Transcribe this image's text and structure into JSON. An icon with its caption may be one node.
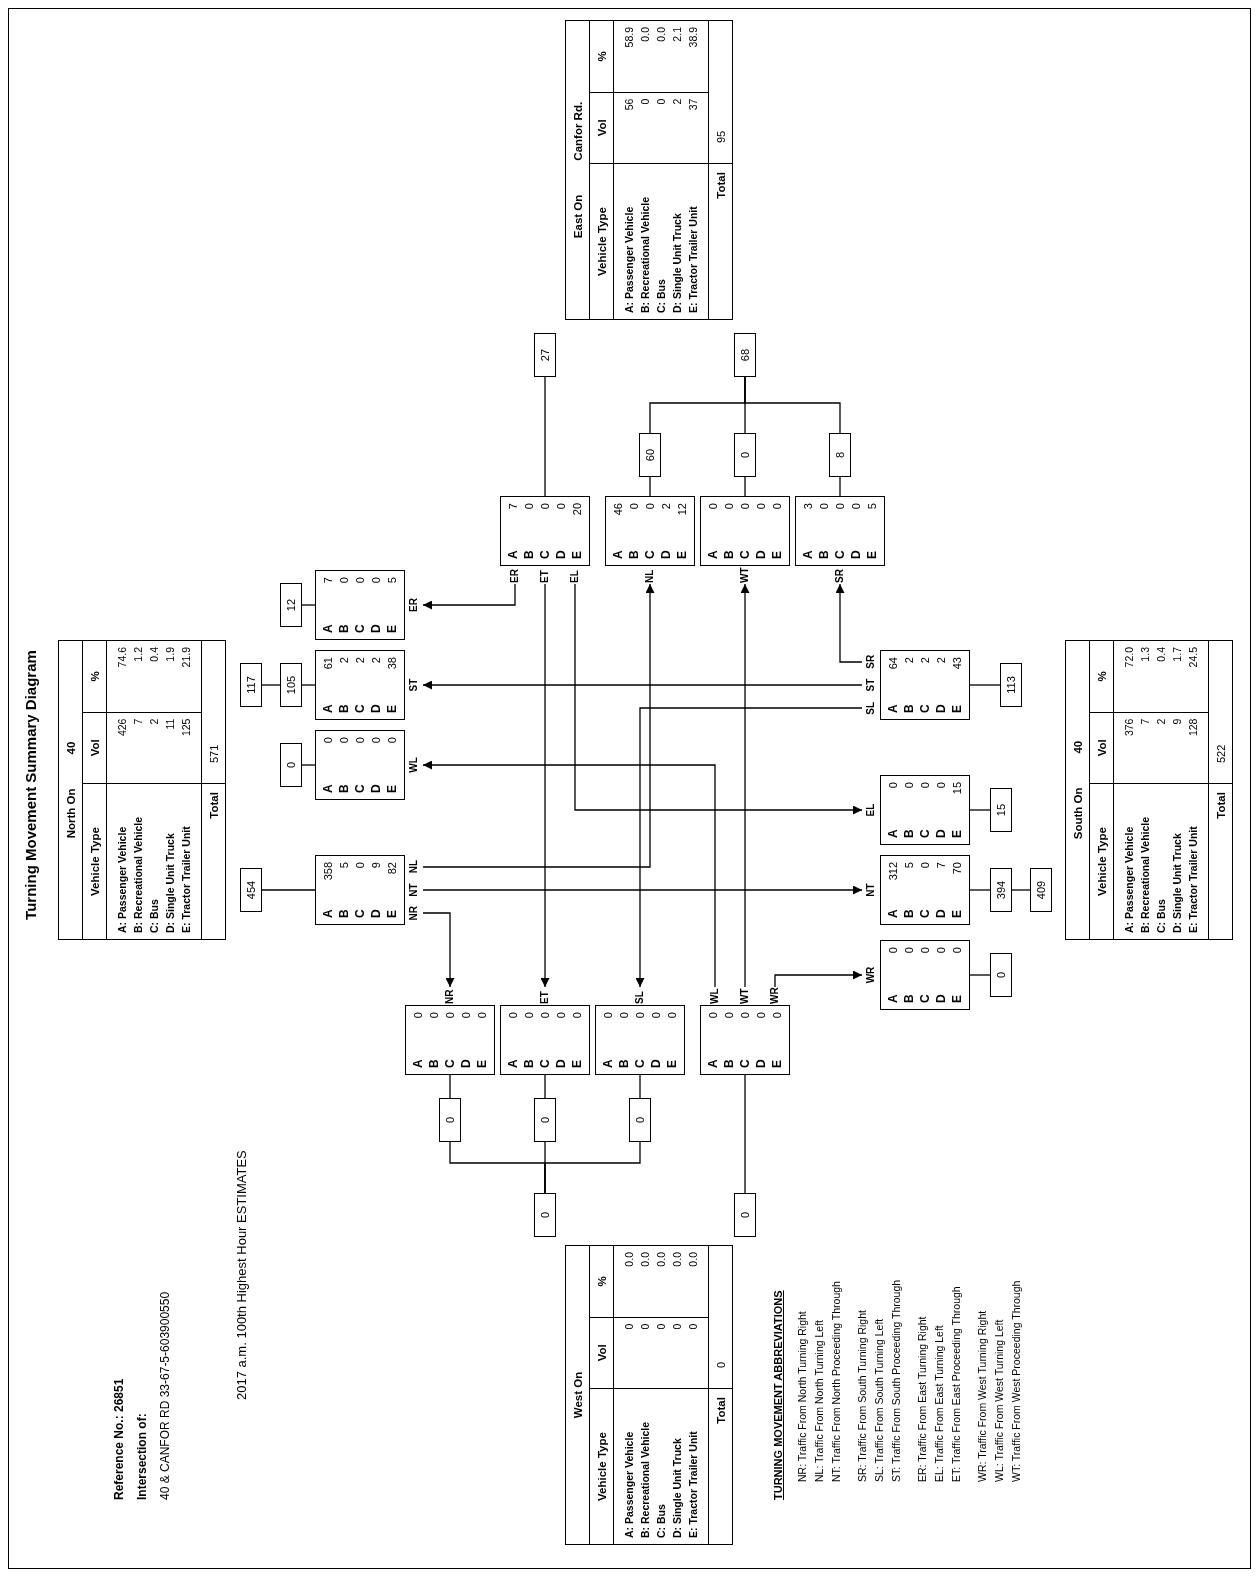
{
  "diagram": {
    "title": "Turning Movement Summary Diagram",
    "nodes": [
      {
        "text": [
          "North On",
          "40",
          "Vehicle Type",
          "Vol",
          "%",
          "A: Passenger Vehicle",
          "426",
          "74.6",
          "B: Recreational Vehicle",
          "7",
          "1.2",
          "C: Bus",
          "2",
          "0.4",
          "D: Single Unit Truck",
          "11",
          "1.9",
          "E: Tractor Trailer Unit",
          "125",
          "21.9",
          "Total",
          "571"
        ]
      },
      {
        "text": [
          "454"
        ]
      },
      {
        "text": [
          "117"
        ]
      },
      {
        "text": [
          "0"
        ]
      },
      {
        "text": [
          "105"
        ]
      },
      {
        "text": [
          "12"
        ]
      },
      {
        "text": [
          "A B C D E",
          "358 5 0 9 82"
        ],
        "beside": [
          "NR",
          "NT",
          "NL"
        ]
      },
      {
        "text": [
          "A B C D E",
          "0 0 0 0 0"
        ],
        "beside": [
          "WL"
        ]
      },
      {
        "text": [
          "A B C D E",
          "61 2 2 2 38"
        ],
        "beside": [
          "ST"
        ]
      },
      {
        "text": [
          "A B C D E",
          "7 0 0 0 5"
        ],
        "beside": [
          "ER"
        ]
      },
      {
        "text": [
          "A B C D E",
          "0 0 0 0 0"
        ],
        "beside": [
          "NR"
        ]
      },
      {
        "text": [
          "0"
        ]
      },
      {
        "text": [
          "A B C D E",
          "7 0 0 0 20"
        ],
        "beside": [
          "ER",
          "ET",
          "EL"
        ]
      },
      {
        "text": [
          "27"
        ]
      },
      {
        "text": [
          "A B C D E",
          "0 0 0 0 0"
        ],
        "beside": [
          "ET"
        ]
      },
      {
        "text": [
          "0"
        ]
      },
      {
        "text": [
          "0"
        ]
      },
      {
        "text": [
          "East On",
          "Canfor Rd.",
          "Vehicle Type",
          "Vol",
          "%",
          "A: Passenger Vehicle",
          "56",
          "58.9",
          "B: Recreational Vehicle",
          "0",
          "0.0",
          "C: Bus",
          "0",
          "0.0",
          "D: Single Unit Truck",
          "2",
          "2.1",
          "E: Tractor Trailer Unit",
          "37",
          "38.9",
          "Total",
          "95"
        ]
      },
      {
        "text": [
          "West On",
          "Vehicle Type",
          "Vol",
          "%",
          "A: Passenger Vehicle",
          "0",
          "0.0",
          "B: Recreational Vehicle",
          "0",
          "0.0",
          "C: Bus",
          "0",
          "0.0",
          "D: Single Unit Truck",
          "0",
          "0.0",
          "E: Tractor Trailer Unit",
          "0",
          "0.0",
          "Total",
          "0"
        ]
      },
      {
        "text": [
          "A B C D E",
          "0 0 0 0 0"
        ],
        "beside": [
          "SL"
        ]
      },
      {
        "text": [
          "0"
        ]
      },
      {
        "text": [
          "A B C D E",
          "46 0 0 2 12"
        ],
        "beside": [
          "NL"
        ]
      },
      {
        "text": [
          "60"
        ]
      },
      {
        "text": [
          "A B C D E",
          "0 0 0 0 0"
        ],
        "beside": [
          "WL",
          "WT",
          "WR"
        ]
      },
      {
        "text": [
          "0"
        ]
      },
      {
        "text": [
          "A B C D E",
          "0 0 0 0 0"
        ],
        "beside": [
          "WT"
        ]
      },
      {
        "text": [
          "0"
        ]
      },
      {
        "text": [
          "68"
        ]
      },
      {
        "text": [
          "A B C D E",
          "3 0 0 0 5"
        ],
        "beside": [
          "SR"
        ]
      },
      {
        "text": [
          "8"
        ]
      },
      {
        "text": [
          "A B C D E",
          "0 0 0 0 0"
        ],
        "beside": [
          "WR"
        ]
      },
      {
        "text": [
          "A B C D E",
          "312 5 0 7 70"
        ],
        "beside": [
          "NT"
        ]
      },
      {
        "text": [
          "A B C D E",
          "0 0 0 0 15"
        ],
        "beside": [
          "EL"
        ]
      },
      {
        "text": [
          "A B C D E",
          "64 2 2 2 43"
        ],
        "beside": [
          "SL",
          "ST",
          "SR"
        ]
      },
      {
        "text": [
          "0"
        ]
      },
      {
        "text": [
          "394"
        ]
      },
      {
        "text": [
          "15"
        ]
      },
      {
        "text": [
          "113"
        ]
      },
      {
        "text": [
          "409"
        ]
      },
      {
        "text": [
          "South On",
          "40",
          "Vehicle Type",
          "Vol",
          "%",
          "A: Passenger Vehicle",
          "376",
          "72.0",
          "B: Recreational Vehicle",
          "7",
          "1.3",
          "C: Bus",
          "2",
          "0.4",
          "D: Single Unit Truck",
          "9",
          "1.7",
          "E: Tractor Trailer Unit",
          "128",
          "24.5",
          "Total",
          "522"
        ]
      }
    ],
    "edges": [
      {
        "from": 6,
        "to": 10,
        "arrow": "to"
      },
      {
        "from": 6,
        "to": 31,
        "arrow": "to"
      },
      {
        "from": 6,
        "to": 21,
        "arrow": "to"
      },
      {
        "from": 12,
        "to": 9,
        "arrow": "to"
      },
      {
        "from": 12,
        "to": 14,
        "arrow": "to"
      },
      {
        "from": 12,
        "to": 32,
        "arrow": "to"
      },
      {
        "from": 33,
        "to": 28,
        "arrow": "to"
      },
      {
        "from": 33,
        "to": 8,
        "arrow": "to"
      },
      {
        "from": 33,
        "to": 19,
        "arrow": "to"
      },
      {
        "from": 23,
        "to": 7,
        "arrow": "to"
      },
      {
        "from": 23,
        "to": 25,
        "arrow": "to"
      },
      {
        "from": 23,
        "to": 30,
        "arrow": "to"
      },
      {
        "from": 1,
        "to": 6,
        "arrow": "none"
      },
      {
        "from": 2,
        "to": 4,
        "arrow": "none"
      },
      {
        "from": 3,
        "to": 7,
        "arrow": "none"
      },
      {
        "from": 4,
        "to": 8,
        "arrow": "none"
      },
      {
        "from": 5,
        "to": 9,
        "arrow": "none"
      },
      {
        "from": 11,
        "to": 10,
        "arrow": "none"
      },
      {
        "from": 15,
        "to": 14,
        "arrow": "none"
      },
      {
        "from": 20,
        "to": 19,
        "arrow": "none"
      },
      {
        "from": 11,
        "to": 16,
        "arrow": "none"
      },
      {
        "from": 15,
        "to": 16,
        "arrow": "none"
      },
      {
        "from": 20,
        "to": 16,
        "arrow": "none"
      },
      {
        "from": 24,
        "to": 23,
        "arrow": "none"
      },
      {
        "from": 13,
        "to": 12,
        "arrow": "none"
      },
      {
        "from": 22,
        "to": 21,
        "arrow": "none"
      },
      {
        "from": 26,
        "to": 25,
        "arrow": "none"
      },
      {
        "from": 29,
        "to": 28,
        "arrow": "none"
      },
      {
        "from": 22,
        "to": 27,
        "arrow": "none"
      },
      {
        "from": 26,
        "to": 27,
        "arrow": "none"
      },
      {
        "from": 29,
        "to": 27,
        "arrow": "none"
      },
      {
        "from": 37,
        "to": 33,
        "arrow": "none"
      },
      {
        "from": 34,
        "to": 30,
        "arrow": "none"
      },
      {
        "from": 35,
        "to": 31,
        "arrow": "none"
      },
      {
        "from": 36,
        "to": 32,
        "arrow": "none"
      },
      {
        "from": 38,
        "to": 35,
        "arrow": "none"
      }
    ],
    "labels": [
      "Reference No.: 26851",
      "Intersection of:",
      "40 & CANFOR RD 33-67-5-603900550",
      "2017 a.m. 100th Highest Hour ESTIMATES",
      "TURNING MOVEMENT ABBREVIATIONS",
      "NR: Traffic From North Turning Right",
      "NL: Traffic From North Turning Left",
      "NT: Traffic From North Proceeding Through",
      "SR: Traffic From South Turning Right",
      "SL: Traffic From South Turning Left",
      "ST: Traffic From South Proceeding Through",
      "ER: Traffic From East Turning Right",
      "EL: Traffic From East Turning Left",
      "ET: Traffic From East Proceeding Through",
      "WR: Traffic From West Turning Right",
      "WL: Traffic From West Turning Left",
      "WT: Traffic From West Proceeding Through"
    ]
  }
}
